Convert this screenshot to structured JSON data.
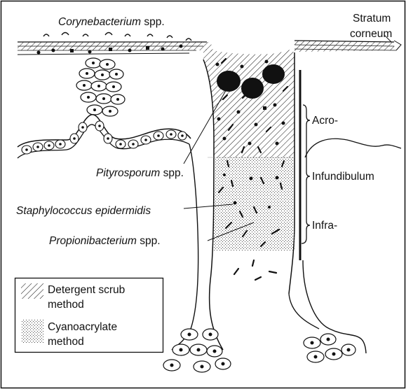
{
  "labels": {
    "corynebacterium": {
      "italic": "Corynebacterium",
      "suffix": " spp."
    },
    "stratum_line1": "Stratum",
    "stratum_line2": "corneum",
    "acro": "Acro-",
    "infundibulum": "Infundibulum",
    "infra": "Infra-",
    "pityrosporum": {
      "italic": "Pityrosporum",
      "suffix": " spp."
    },
    "staphylococcus": "Staphylococcus epidermidis",
    "propionibacterium": {
      "italic": "Propionibacterium",
      "suffix": " spp."
    }
  },
  "legend": {
    "detergent_line1": "Detergent scrub",
    "detergent_line2": "method",
    "cyano_line1": "Cyanoacrylate",
    "cyano_line2": "method"
  },
  "colors": {
    "ink": "#111111",
    "background": "#ffffff"
  }
}
